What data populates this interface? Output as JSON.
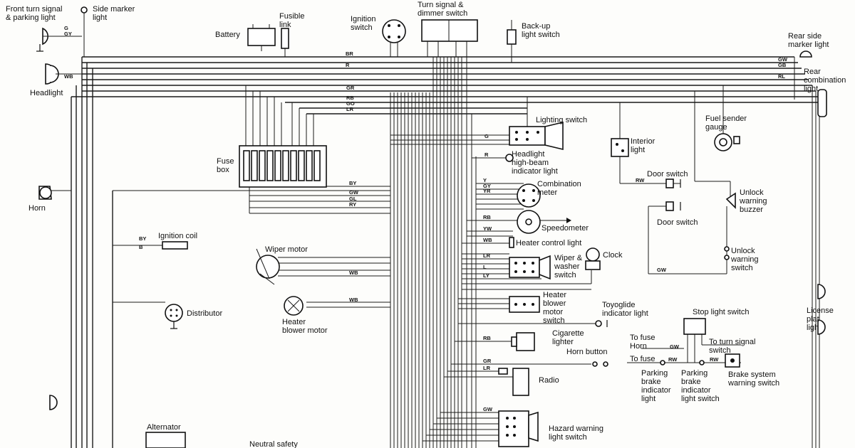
{
  "labels": {
    "front_turn": "Front turn signal\n& parking light",
    "side_marker": "Side marker\nlight",
    "battery": "Battery",
    "fusible_link": "Fusible\nlink",
    "ignition_switch": "Ignition\nswitch",
    "turn_dimmer": "Turn signal &\ndimmer switch",
    "backup": "Back-up\nlight switch",
    "rear_side_marker": "Rear side\nmarker light",
    "rear_combination": "Rear\ncombination\nlight",
    "headlight": "Headlight",
    "fuel_sender": "Fuel sender\ngauge",
    "lighting_switch": "Lighting switch",
    "interior": "Interior\nlight",
    "headlight_hb": "Headlight\nhigh-beam\nindicator light",
    "fuse_box": "Fuse\nbox",
    "door_switch_1": "Door switch",
    "door_switch_2": "Door switch",
    "unlock_buzzer": "Unlock\nwarning\nbuzzer",
    "unlock_switch": "Unlock\nwarning\nswitch",
    "combination_meter": "Combination\nmeter",
    "speedometer": "Speedometer",
    "horn": "Horn",
    "ignition_coil": "Ignition coil",
    "heater_control": "Heater control light",
    "wiper_motor": "Wiper motor",
    "wiper_washer": "Wiper &\nwasher\nswitch",
    "clock": "Clock",
    "distributor": "Distributor",
    "heater_blower_motor": "Heater\nblower motor",
    "heater_blower_switch": "Heater\nblower\nmotor\nswitch",
    "toyoglide": "Toyoglide\nindicator light",
    "stop_light": "Stop light switch",
    "cigarette": "Cigarette\nlighter",
    "horn_button": "Horn button",
    "to_fuse_horn": "To fuse\nHorn",
    "to_turn_signal": "To turn signal\nswitch",
    "to_fuse": "To fuse",
    "parking_brake_light": "Parking\nbrake\nindicator\nlight",
    "parking_brake_switch": "Parking\nbrake\nindicator\nlight switch",
    "brake_warning": "Brake system\nwarning switch",
    "radio": "Radio",
    "license": "License\nplat\nligh",
    "alternator": "Alternator",
    "neutral_safety": "Neutral safety",
    "hazard": "Hazard warning\nlight switch"
  },
  "wire_codes": {
    "g": "G",
    "gy": "GY",
    "wb": "WB",
    "br": "BR",
    "r": "R",
    "gw": "GW",
    "gb": "GB",
    "rl": "RL",
    "rb": "RB",
    "gr": "GR",
    "go": "GO",
    "lr": "LR",
    "by": "BY",
    "b": "B",
    "rw": "RW",
    "ly": "LY",
    "yw": "YW",
    "y": "Y",
    "gl": "GL",
    "ry": "RY",
    "yr": "YR",
    "l": "L"
  }
}
